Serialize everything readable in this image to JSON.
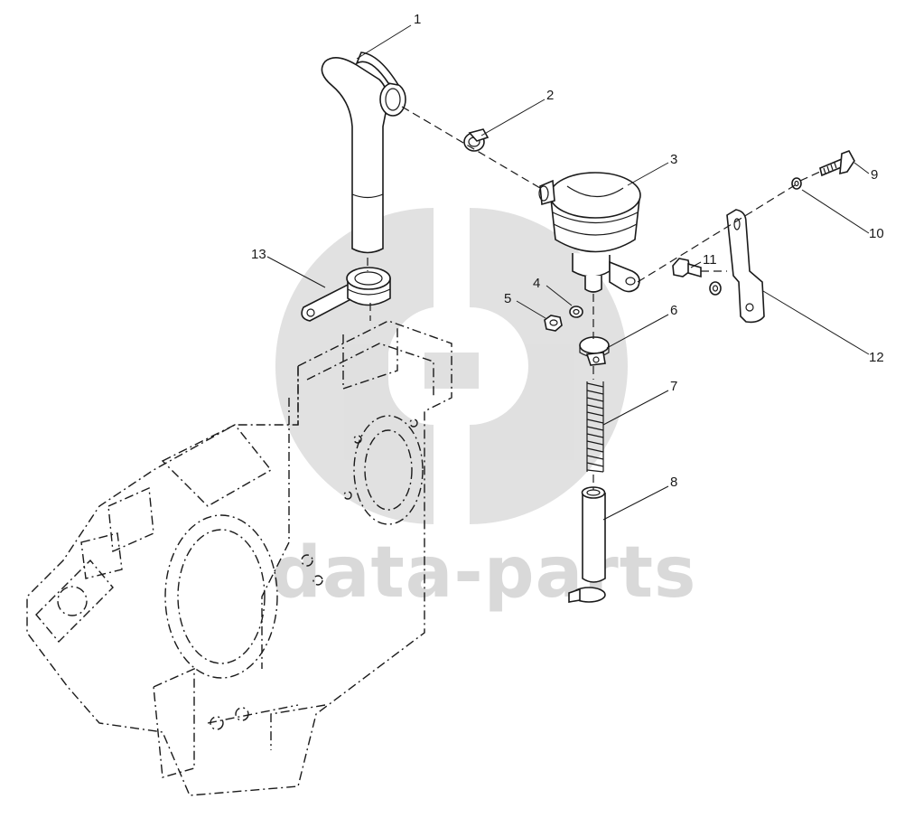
{
  "watermark": {
    "text": "data-parts"
  },
  "callouts": [
    "1",
    "2",
    "3",
    "4",
    "5",
    "6",
    "7",
    "8",
    "9",
    "10",
    "11",
    "12",
    "13"
  ]
}
